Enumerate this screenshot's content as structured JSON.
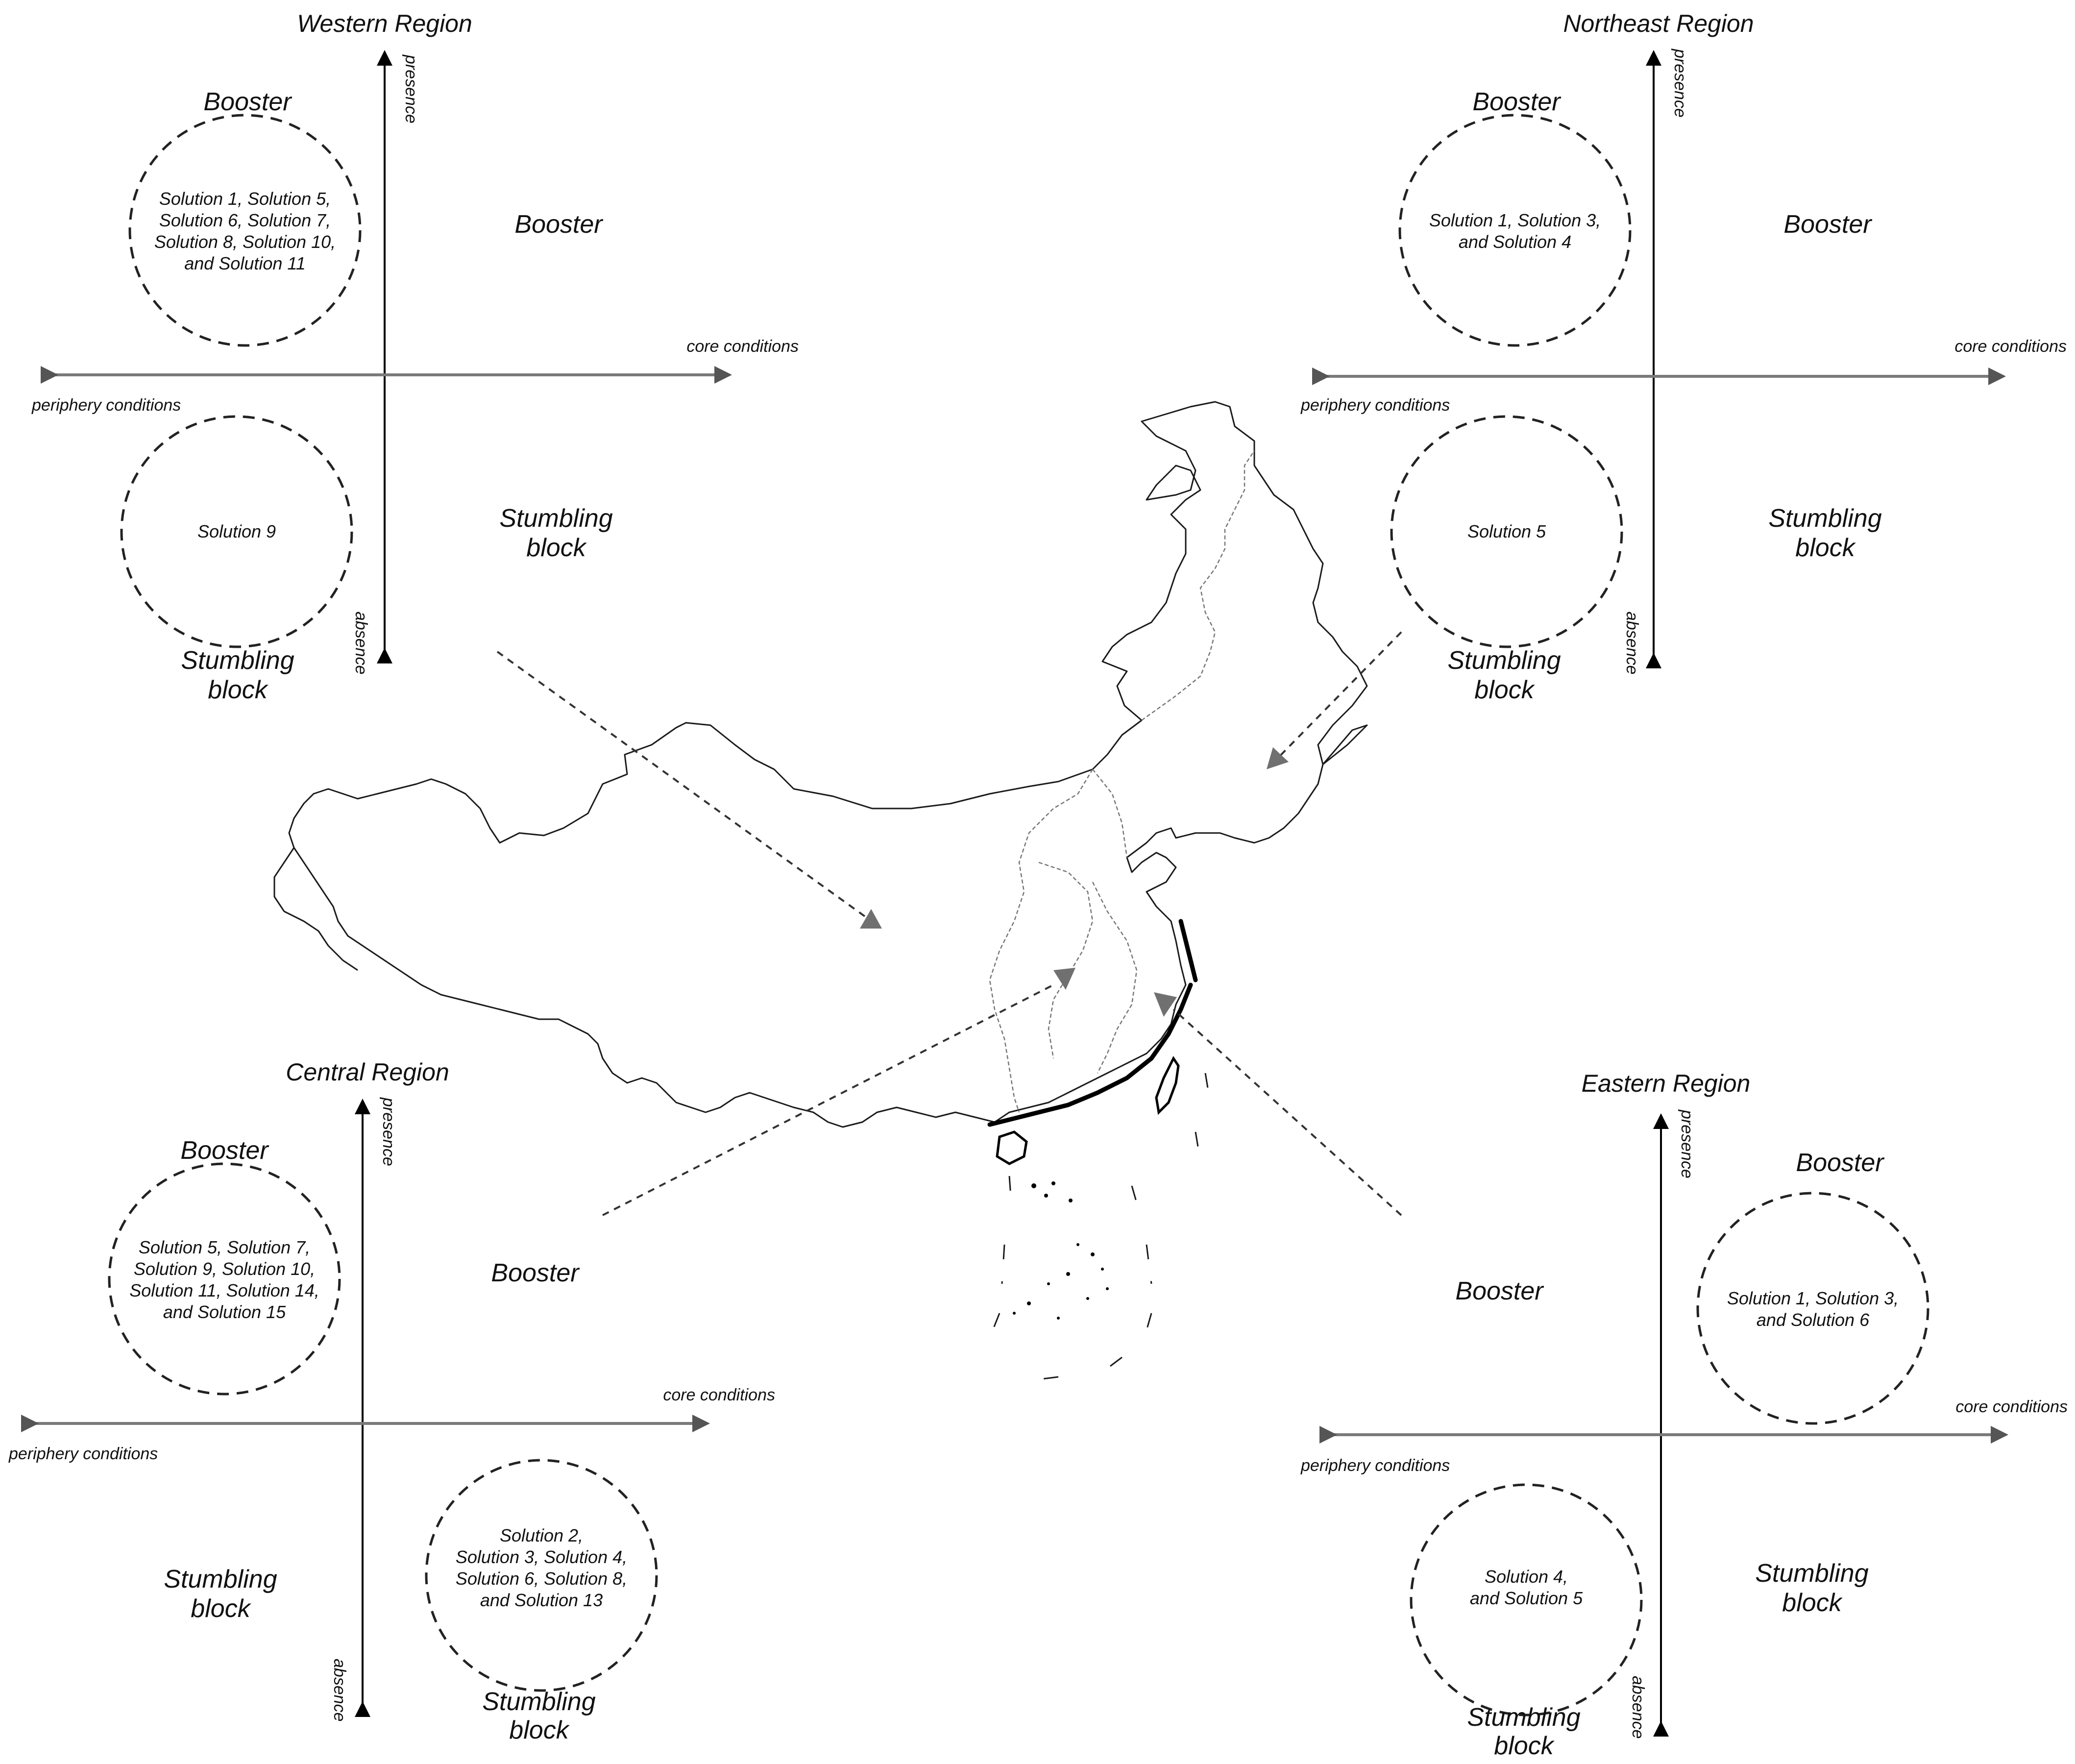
{
  "common": {
    "presence": "presence",
    "absence": "absence",
    "core": "core conditions",
    "periphery": "periphery conditions"
  },
  "regions": {
    "western": {
      "title": "Western Region",
      "booster_circle_label": "Booster",
      "booster_solutions": [
        "Solution 1, Solution 5,",
        "Solution 6, Solution 7,",
        "Solution 8, Solution 10,",
        "and Solution 11"
      ],
      "booster_quadrant": "Booster",
      "stumbling_circle_label": [
        "Stumbling",
        "block"
      ],
      "stumbling_solutions": [
        "Solution 9"
      ],
      "stumbling_quadrant": [
        "Stumbling",
        "block"
      ]
    },
    "northeast": {
      "title": "Northeast Region",
      "booster_circle_label": "Booster",
      "booster_solutions": [
        "Solution 1, Solution 3,",
        "and Solution 4"
      ],
      "booster_quadrant": "Booster",
      "stumbling_circle_label": [
        "Stumbling",
        "block"
      ],
      "stumbling_solutions": [
        "Solution 5"
      ],
      "stumbling_quadrant": [
        "Stumbling",
        "block"
      ]
    },
    "central": {
      "title": "Central Region",
      "booster_circle_label": "Booster",
      "booster_solutions": [
        "Solution 5, Solution 7,",
        "Solution 9, Solution 10,",
        "Solution 11, Solution 14,",
        "and Solution 15"
      ],
      "booster_quadrant": "Booster",
      "stumbling_circle_label": [
        "Stumbling",
        "block"
      ],
      "stumbling_solutions": [
        "Solution 2,",
        "Solution 3, Solution 4,",
        "Solution 6, Solution 8,",
        "and Solution 13"
      ],
      "stumbling_quadrant": [
        "Stumbling",
        "block"
      ]
    },
    "eastern": {
      "title": "Eastern Region",
      "booster_circle_label": "Booster",
      "booster_solutions": [
        "Solution 1, Solution 3,",
        "and Solution 6"
      ],
      "booster_quadrant": "Booster",
      "stumbling_circle_label": [
        "Stumbling",
        "block"
      ],
      "stumbling_solutions": [
        "Solution 4,",
        "and Solution 5"
      ],
      "stumbling_quadrant": [
        "Stumbling",
        "block"
      ]
    }
  },
  "colors": {
    "axis_vertical": "#000000",
    "axis_horizontal": "#7a7a7a",
    "connector_arrowhead": "#707070",
    "text": "#111111"
  }
}
